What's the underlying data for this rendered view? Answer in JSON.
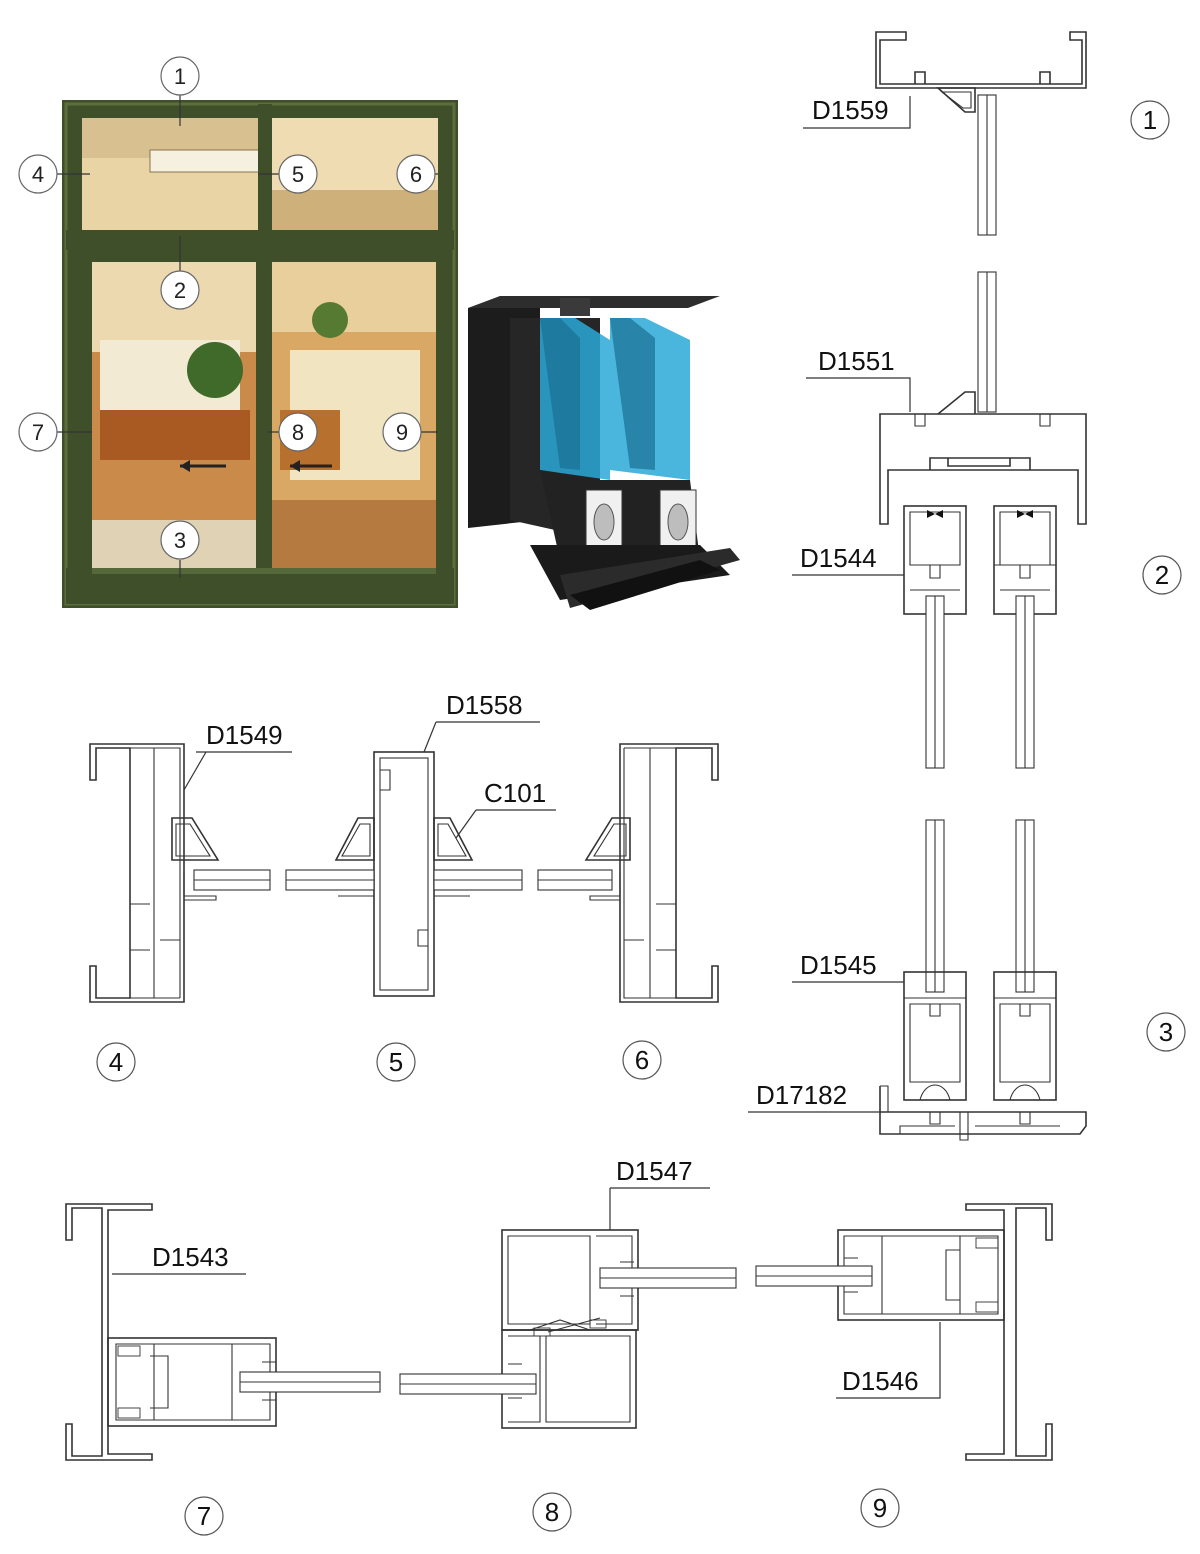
{
  "photo": {
    "frame_color": "#3f4f2a",
    "callouts": [
      "1",
      "2",
      "3",
      "4",
      "5",
      "6",
      "7",
      "8",
      "9"
    ]
  },
  "model_3d": {
    "frame_color": "#1c1c1c",
    "glass_color": "#2aa9d8"
  },
  "profiles": {
    "top": "D1559",
    "top_sash": "D1551",
    "sash_top": "D1544",
    "sash_bottom": "D1545",
    "bottom_track": "D17182",
    "side_left": "D1549",
    "mullion": "D1558",
    "bead": "C101",
    "jamb_left": "D1543",
    "interlock": "D1547",
    "jamb_right": "D1546"
  },
  "section_numbers": [
    "1",
    "2",
    "3",
    "4",
    "5",
    "6",
    "7",
    "8",
    "9"
  ]
}
